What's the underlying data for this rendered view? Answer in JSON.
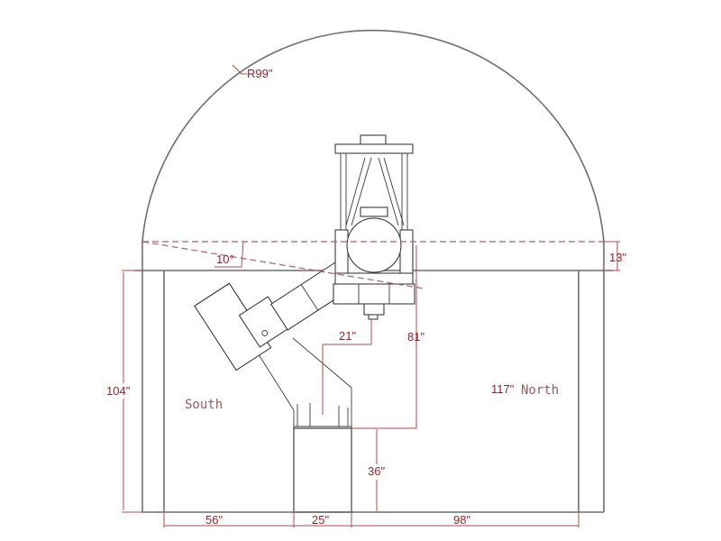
{
  "drawing": {
    "type": "observatory dome cross-section with telescope",
    "dimensions": {
      "dome_radius": "R99\"",
      "slit_angle": "10°",
      "dome_offset": "13\"",
      "wall_height": "104\"",
      "pier_offset": "21\"",
      "axis_height": "81\"",
      "pier_height": "36\"",
      "north_width": "117\"",
      "south_span": "56\"",
      "pier_width": "25\"",
      "north_span": "98\""
    },
    "labels": {
      "south": "South",
      "north": "North"
    },
    "colors": {
      "walls": "#6e6e6e",
      "dimension": "#a01c2a",
      "dashed": "#b06068",
      "background": "#ffffff"
    }
  }
}
